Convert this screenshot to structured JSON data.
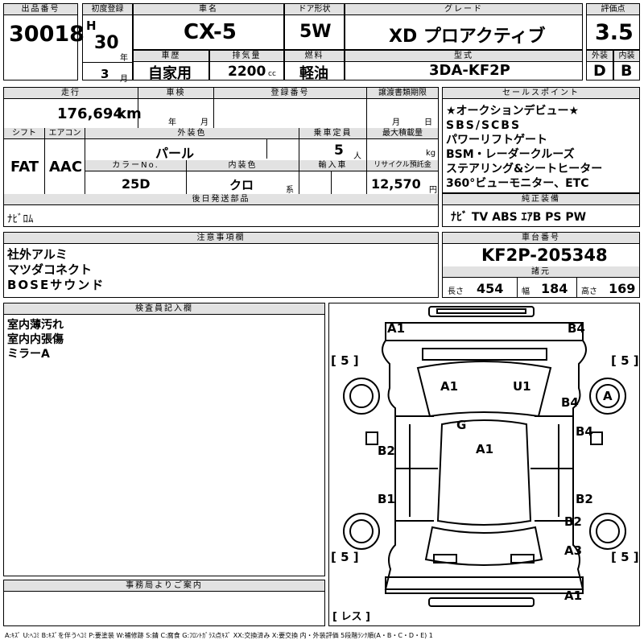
{
  "header": {
    "lot_label": "出品番号",
    "lot": "30018",
    "reg_label": "初度登録",
    "era": "H",
    "year": "30",
    "year_unit": "年",
    "month": "3",
    "month_unit": "月",
    "car_label": "車名",
    "car": "CX-5",
    "door_label": "ドア形状",
    "door": "5W",
    "grade_label": "グレード",
    "grade": "XD プロアクティブ",
    "score_label": "評価点",
    "score": "3.5",
    "history_label": "車歴",
    "history": "自家用",
    "displacement_label": "排気量",
    "displacement": "2200",
    "cc": "cc",
    "fuel_label": "燃料",
    "fuel": "軽油",
    "model_label": "型式",
    "model": "3DA-KF2P",
    "ext_label": "外装",
    "ext": "D",
    "int_label": "内装",
    "int": "B"
  },
  "mid": {
    "mileage_label": "走行",
    "mileage": "176,694",
    "km": "km",
    "inspection_label": "車検",
    "year_unit": "年",
    "month_unit": "月",
    "regno_label": "登録番号",
    "transfer_label": "譲渡書類期限",
    "tr_month": "月",
    "tr_day": "日",
    "shift_label": "シフト",
    "shift": "FAT",
    "ac_label": "エアコン",
    "ac": "AAC",
    "color_label": "外装色",
    "color": "パール",
    "capacity_label": "乗車定員",
    "capacity": "5",
    "capacity_unit": "人",
    "load_label": "最大積載量",
    "load_unit": "kg",
    "colorno_label": "カラーNo.",
    "colorno": "25D",
    "intcolor_label": "内装色",
    "intcolor": "クロ",
    "intcolor_unit": "系",
    "import_label": "輸入車",
    "recycle_label": "リサイクル預託金",
    "recycle": "12,570",
    "yen": "円",
    "later_label": "後日発送部品",
    "later": "ﾅﾋﾞﾛﾑ"
  },
  "sales": {
    "label": "セールスポイント",
    "lines": [
      "★オークションデビュー★",
      "SBS/SCBS",
      "パワーリフトゲート",
      "BSM・レーダークルーズ",
      "ステアリング&シートヒーター",
      "360°ビューモニター、ETC"
    ]
  },
  "equip": {
    "label": "純正装備",
    "items": "ﾅﾋﾞ TV ABS ｴｱB PS PW"
  },
  "notes": {
    "label": "注意事項欄",
    "lines": [
      "社外アルミ",
      "マツダコネクト",
      "BOSEサウンド"
    ]
  },
  "chassis": {
    "label": "車台番号",
    "value": "KF2P-205348",
    "spec_label": "諸元",
    "len_label": "長さ",
    "len": "454",
    "wid_label": "幅",
    "wid": "184",
    "hgt_label": "高さ",
    "hgt": "169"
  },
  "inspector": {
    "label": "検査員記入欄",
    "lines": [
      "室内薄汚れ",
      "室内内張傷",
      "ミラーA"
    ]
  },
  "office": {
    "label": "事務局よりご案内"
  },
  "diagram": {
    "marks": {
      "front_left": "A1",
      "front_right": "B4",
      "tire_fl": "[ 5 ]",
      "tire_fr": "[ 5 ]",
      "tire_rl": "[ 5 ]",
      "tire_rr": "[ 5 ]",
      "hood_a1": "A1",
      "hood_u1": "U1",
      "fender_r": "B4",
      "wheel_r": "A",
      "roof_g": "G",
      "roof_a1": "A1",
      "door_l_front": "B2",
      "door_r_front": "B4",
      "door_l_rear": "B1",
      "door_r_rear": "B2",
      "qtr_r_b2": "B2",
      "qtr_r_a3": "A3",
      "rear_a1": "A1",
      "rear_less": "[ レス ]"
    }
  },
  "legend": "A:ｷｽﾞ U:ﾍｺﾐ B:ｷｽﾞを伴うﾍｺﾐ P:要塗装 W:補修跡 S:錆 C:腐食 G:ﾌﾛﾝﾄｶﾞﾗｽ点ｷｽﾞ XX:交換済み X:要交換 内・外装評価 5段階ﾗﾝｸ順(A・B・C・D・E) 1"
}
